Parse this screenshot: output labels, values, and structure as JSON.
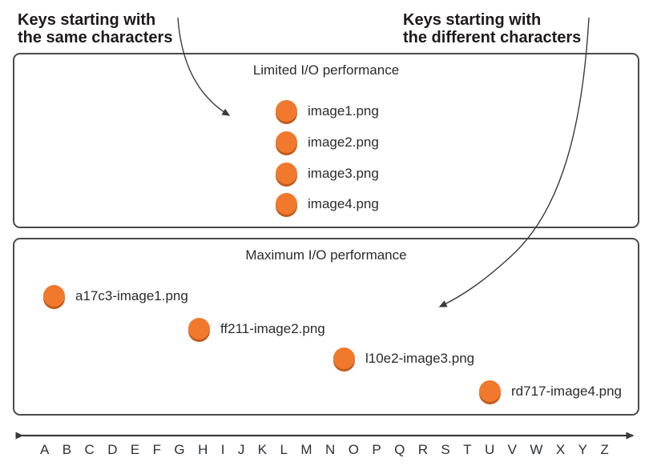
{
  "annotations": {
    "same_keys": {
      "line1": "Keys starting with",
      "line2": "the same characters"
    },
    "different_keys": {
      "line1": "Keys starting with",
      "line2": "the different characters"
    }
  },
  "limited_box": {
    "title": "Limited I/O performance",
    "items": [
      {
        "label": "image1.png"
      },
      {
        "label": "image2.png"
      },
      {
        "label": "image3.png"
      },
      {
        "label": "image4.png"
      }
    ]
  },
  "maximum_box": {
    "title": "Maximum I/O performance",
    "items": [
      {
        "label": "a17c3-image1.png"
      },
      {
        "label": "ff211-image2.png"
      },
      {
        "label": "l10e2-image3.png"
      },
      {
        "label": "rd717-image4.png"
      }
    ]
  },
  "axis": {
    "letters": [
      "A",
      "B",
      "C",
      "D",
      "E",
      "F",
      "G",
      "H",
      "I",
      "J",
      "K",
      "L",
      "M",
      "N",
      "O",
      "P",
      "Q",
      "R",
      "S",
      "T",
      "U",
      "V",
      "W",
      "X",
      "Y",
      "Z"
    ]
  },
  "colors": {
    "dot": "#f0792e",
    "dot_shadow": "#c05a1d",
    "ink": "#3a3a3a",
    "border": "#4a4a4a",
    "text": "#231f20"
  }
}
